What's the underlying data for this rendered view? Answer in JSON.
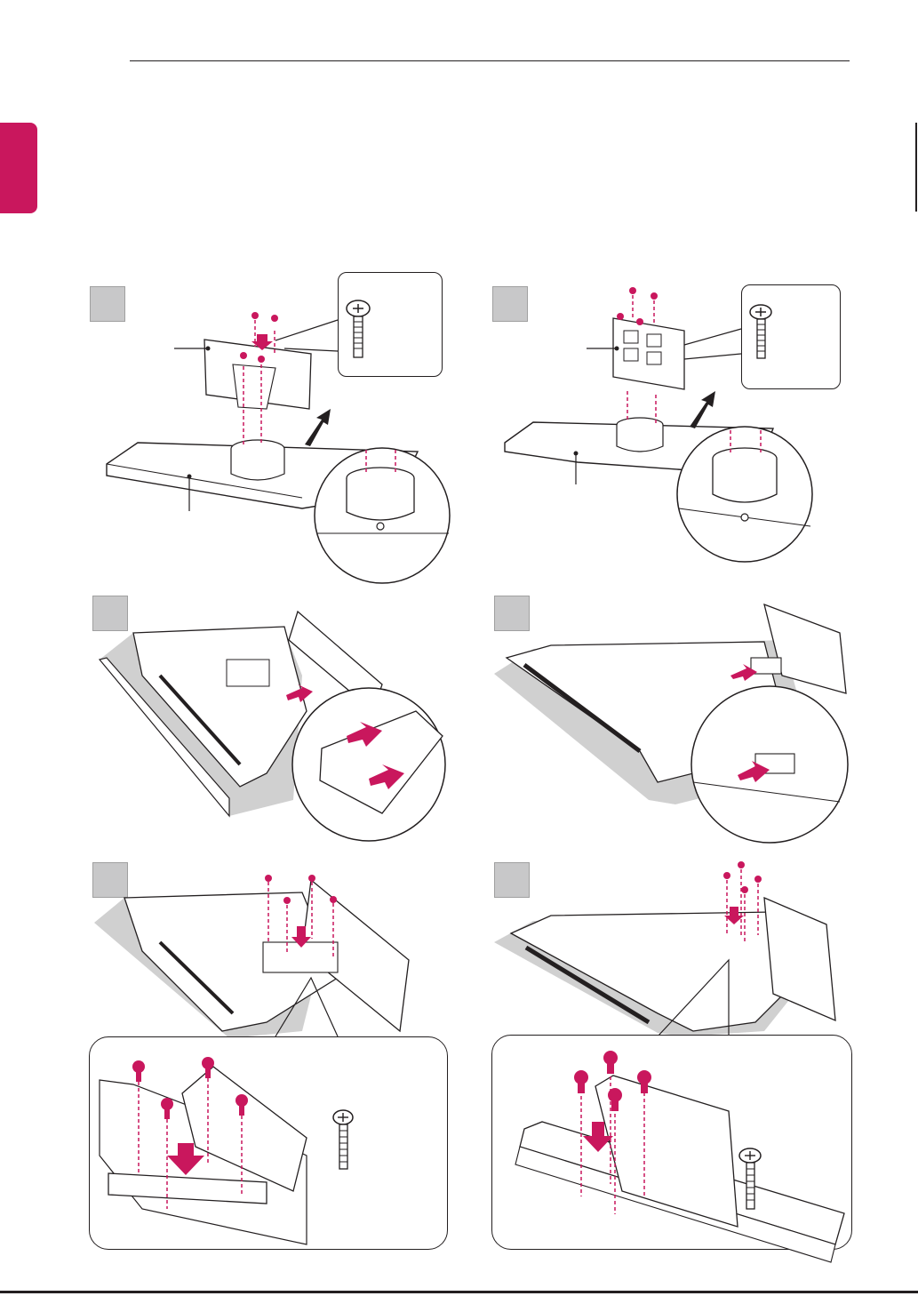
{
  "document": {
    "type": "manual page - stand assembly illustrations",
    "colors": {
      "accent": "#c9175d",
      "line": "#231f20",
      "badge": "#c8c8c9",
      "shadow": "#d0d0d0"
    }
  },
  "steps": [
    {
      "column": "left",
      "row": 1,
      "label": ""
    },
    {
      "column": "right",
      "row": 1,
      "label": ""
    },
    {
      "column": "left",
      "row": 2,
      "label": ""
    },
    {
      "column": "right",
      "row": 2,
      "label": ""
    },
    {
      "column": "left",
      "row": 3,
      "label": ""
    },
    {
      "column": "right",
      "row": 3,
      "label": ""
    }
  ],
  "icons": {
    "screw": "screw-icon",
    "arrow": "arrow-icon",
    "magnifier": "detail-magnifier"
  }
}
